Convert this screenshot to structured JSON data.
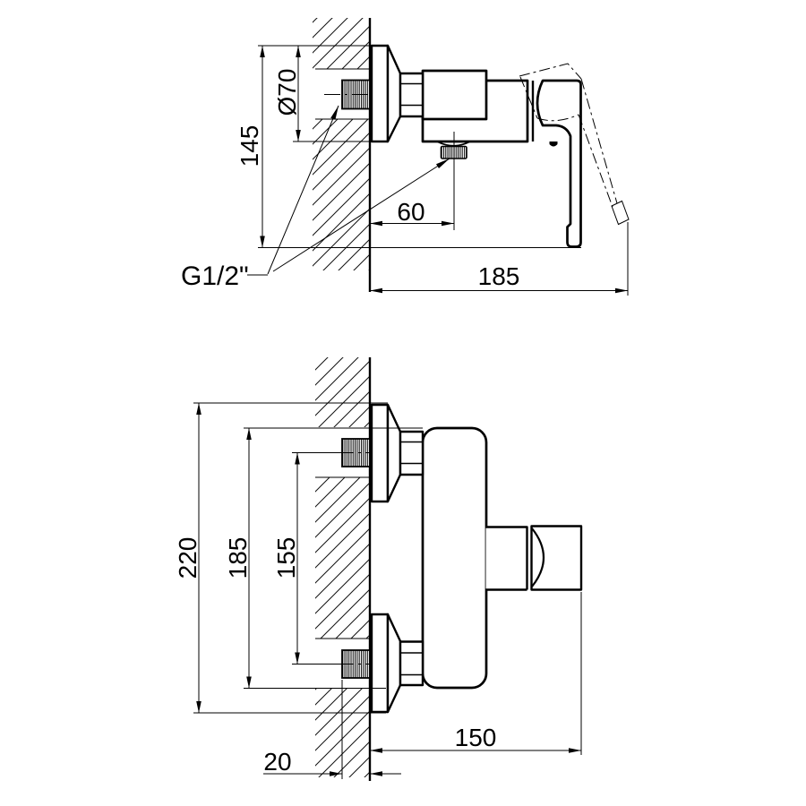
{
  "drawing": {
    "kind": "installation dimension drawing",
    "subject": "wall-mounted single-lever shower mixer",
    "background": "#ffffff",
    "line_color": "#000000"
  },
  "views": {
    "side": {
      "label": "side view",
      "dims": {
        "overall_height": "145",
        "escutcheon_diameter": "Ø70",
        "outlet_offset": "60",
        "depth": "185"
      },
      "thread_label": "G1/2\""
    },
    "front": {
      "label": "front view",
      "dims": {
        "overall_height": "220",
        "body_height": "185",
        "inlet_spacing": "155",
        "reach": "150",
        "wall_thread": "20"
      }
    }
  }
}
